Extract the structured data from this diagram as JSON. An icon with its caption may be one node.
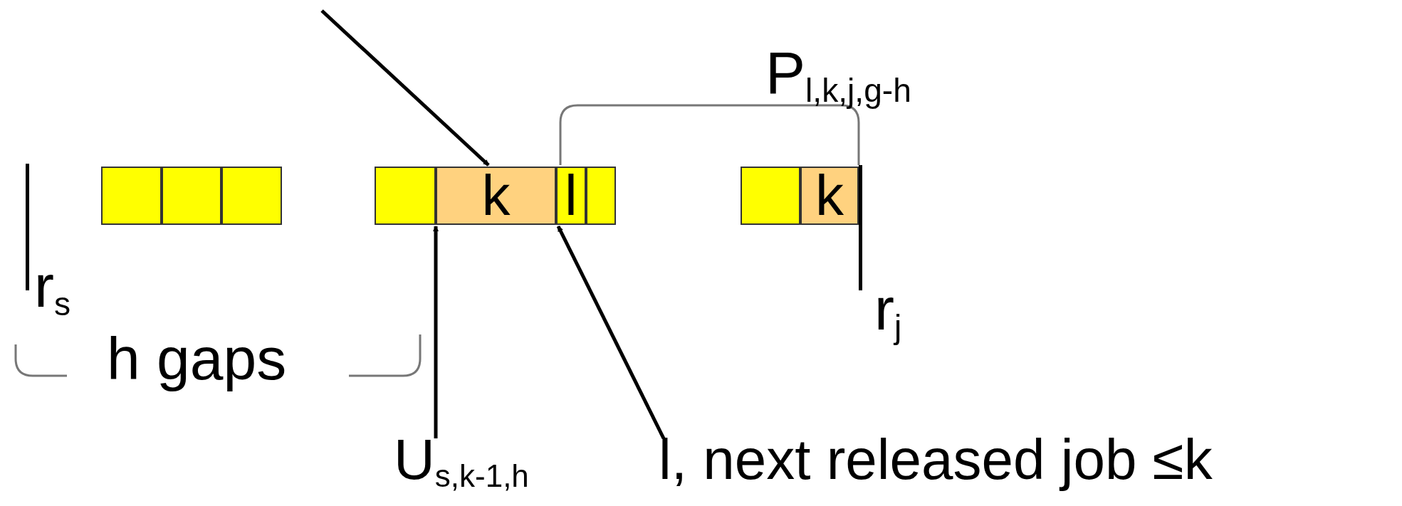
{
  "diagram": {
    "nodes": [
      {
        "text": [],
        "shape": "box"
      },
      {
        "text": [],
        "shape": "box"
      },
      {
        "text": [],
        "shape": "box"
      },
      {
        "text": [],
        "shape": "box"
      },
      {
        "text": [
          "k"
        ]
      },
      {
        "text": [
          "l"
        ]
      },
      {
        "text": [],
        "shape": "box"
      },
      {
        "text": [],
        "shape": "box"
      },
      {
        "text": [
          "k"
        ]
      },
      {
        "text": [
          "U$_{s,k-1,h}$"
        ]
      },
      {
        "text": [
          "l, next released job ≤k"
        ]
      }
    ],
    "edges": [
      {
        "from": null,
        "to": 4,
        "arrow": "to"
      },
      {
        "from": 9,
        "to": 4,
        "arrow": "to"
      },
      {
        "from": 10,
        "to": 5,
        "arrow": "to"
      }
    ],
    "labels": [
      "P$_{l,k,j,g-h}$",
      "r$_{s}$",
      "r$_{j}$",
      "h gaps"
    ]
  }
}
